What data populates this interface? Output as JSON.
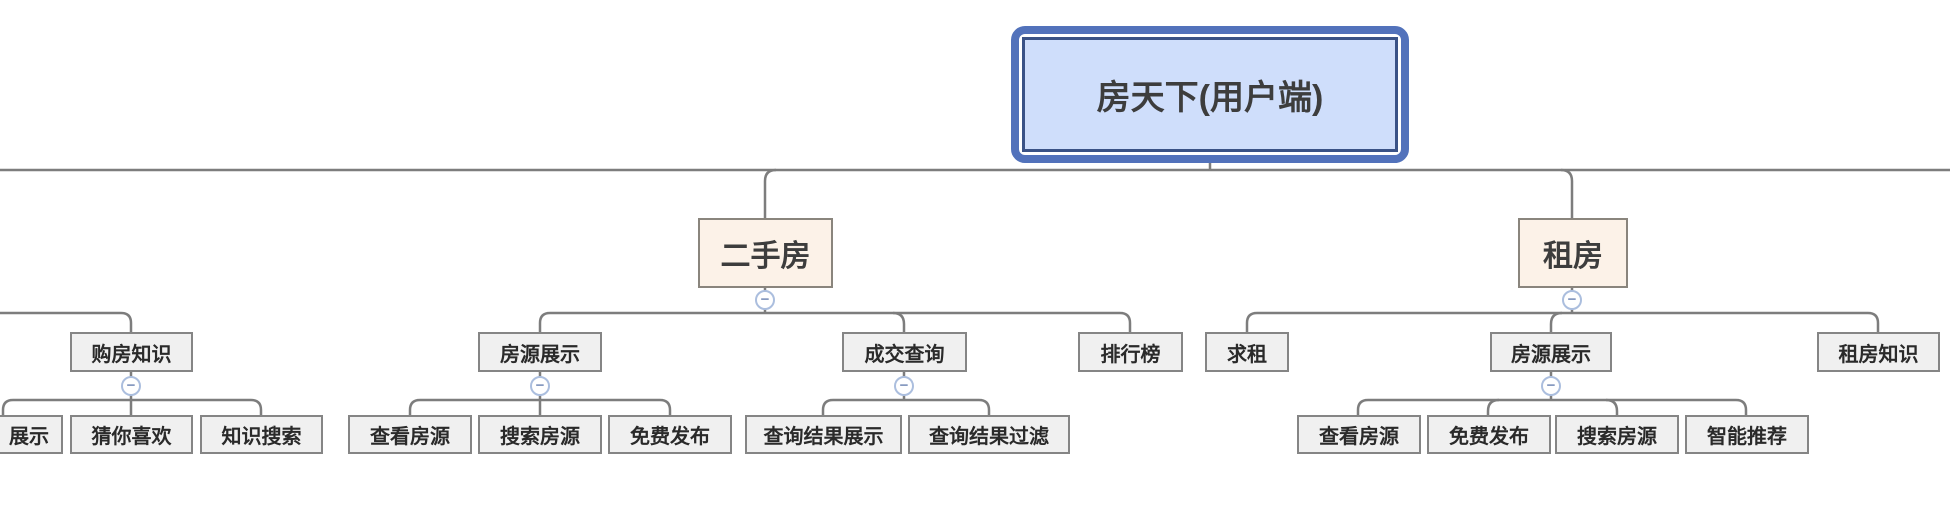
{
  "palette": {
    "line": "#7d7d7d",
    "root_ring": "#5272bb",
    "root_border": "#3a5286",
    "root_fill": "#cfdefb",
    "branch_fill": "#fcf2e8",
    "branch_border": "#8a857d",
    "node_fill": "#f0f0f0",
    "node_border": "#858585",
    "collapse_ring": "#abbede",
    "collapse_glyph": "#8195bd",
    "text_dark": "#3d3d3d"
  },
  "icons": {
    "collapse": "−"
  },
  "nodes": {
    "root": "房天下(用户端)",
    "second_hand": "二手房",
    "rent": "租房",
    "buy_knowledge": "购房知识",
    "display_partial": "展示",
    "guess_you_like": "猜你喜欢",
    "knowledge_search": "知识搜索",
    "listing_display_l": "房源展示",
    "view_listings_l": "查看房源",
    "search_listings_l": "搜索房源",
    "free_publish_l": "免费发布",
    "deal_query": "成交查询",
    "query_result_display": "查询结果展示",
    "query_result_filter": "查询结果过滤",
    "ranking": "排行榜",
    "rent_seek": "求租",
    "listing_display_r": "房源展示",
    "view_listings_r": "查看房源",
    "free_publish_r": "免费发布",
    "search_listings_r": "搜索房源",
    "smart_recommend": "智能推荐",
    "rent_knowledge": "租房知识"
  }
}
